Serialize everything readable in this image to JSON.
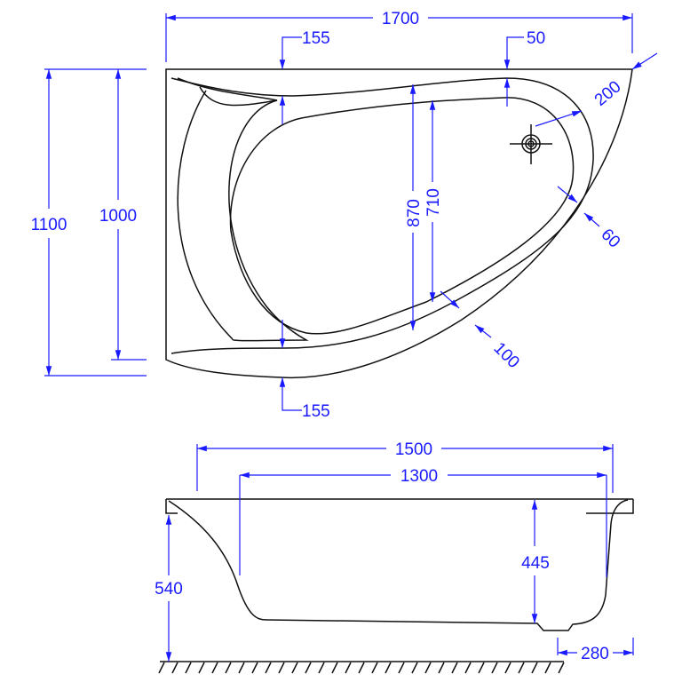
{
  "title": "Corner bathtub dimensional drawing",
  "colors": {
    "outline": "#111111",
    "dimension": "#1a1aff"
  },
  "top_view": {
    "overall_width": "1700",
    "overall_depth": "1100",
    "rim_depth": "1000",
    "top_rim_left": "155",
    "top_rim_right": "50",
    "corner_rim": "200",
    "inner_depth_outer": "870",
    "inner_depth_inner": "710",
    "step_width": "60",
    "front_rim": "100",
    "bottom_rim_left": "155",
    "drain_icon": "drain-icon"
  },
  "side_view": {
    "outer_length": "1500",
    "inner_length": "1300",
    "inner_depth": "445",
    "total_height": "540",
    "foot_offset": "280"
  }
}
